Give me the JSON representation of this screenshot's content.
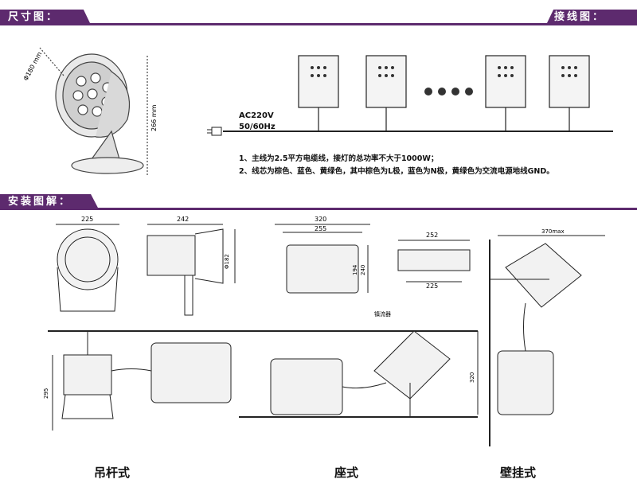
{
  "headers": {
    "size": "尺寸图：",
    "wiring": "接线图：",
    "install": "安装图解："
  },
  "size_diagram": {
    "diameter": "Φ180 mm",
    "height": "266 mm"
  },
  "wiring": {
    "supply_line1": "AC220V",
    "supply_line2": "50/60Hz",
    "note1": "1、主线为2.5平方电缆线，接灯的总功率不大于1000W；",
    "note2": "2、线芯为棕色、蓝色、黄绿色，其中棕色为L极，蓝色为N极，黄绿色为交流电源地线GND。"
  },
  "install": {
    "dims": {
      "d225": "225",
      "d242": "242",
      "d182": "Φ182",
      "d320": "320",
      "d255": "255",
      "d194": "194",
      "d240": "240",
      "d252": "252",
      "d225b": "225",
      "d295": "295",
      "d320b": "320",
      "d370": "370max"
    },
    "ballast_label": "镇流器",
    "captions": {
      "hanging": "吊杆式",
      "seat": "座式",
      "wall": "壁挂式"
    }
  }
}
